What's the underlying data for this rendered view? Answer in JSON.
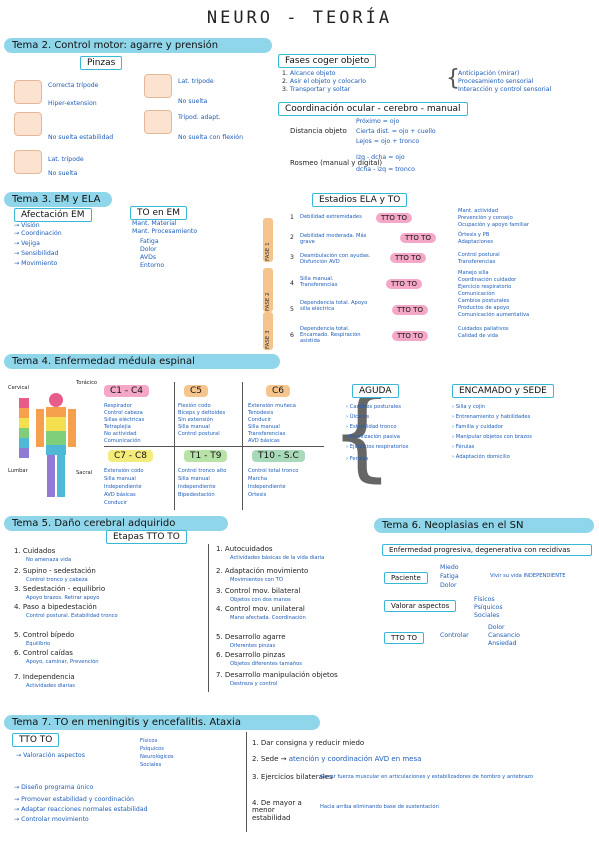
{
  "page_title": "NEURO - TEORÍA",
  "tema2": {
    "header": "Tema 2. Control motor: agarre y prensión",
    "pinzas_title": "Pinzas",
    "pinzas": [
      {
        "label": "Correcta trípode"
      },
      {
        "label": "Lat. trípode"
      },
      {
        "label": "Hiper-extension"
      },
      {
        "label": "No suelta"
      },
      {
        "label": "Trípod. adapt."
      },
      {
        "label": "No suelta estabilidad"
      },
      {
        "label": "No suelta con flexión"
      },
      {
        "label": "Lat. trípode"
      },
      {
        "label": "No suelta"
      }
    ],
    "fases_title": "Fases coger objeto",
    "fases": [
      "Alcance objeto",
      "Asir el objeto y colocarlo",
      "Transportar y soltar"
    ],
    "fases_right": [
      "Anticipación (mirar)",
      "Procesamiento sensorial",
      "Interacción y control sensorial"
    ],
    "coord_title": "Coordinación ocular - cerebro - manual",
    "distancia_label": "Distancia objeto",
    "distancia": [
      "Próximo = ojo",
      "Cierta dist. = ojo + cuello",
      "Lejos = ojo + tronco"
    ],
    "rosmeo_label": "Rosmeo (manual y digital)",
    "rosmeo": [
      "Izq - dcha = ojo",
      "dcha - izq = tronco"
    ]
  },
  "tema3": {
    "header": "Tema 3. EM y ELA",
    "em_title": "Afectación EM",
    "em_items": [
      "Visión",
      "Coordinación",
      "Vejiga",
      "Sensibilidad",
      "Movimiento"
    ],
    "to_title": "TO en EM",
    "to_items": [
      "Mant. Material",
      "Mant. Procesamiento",
      "Fatiga",
      "Dolor",
      "AVDs",
      "Entorno"
    ],
    "ela_title": "Estadios ELA y TO",
    "fases_ela": [
      "FASE 1",
      "FASE 2",
      "FASE 3"
    ],
    "estadios": [
      {
        "num": "1",
        "desc": "Debilidad extremidades",
        "chip": "TTO TO",
        "right": [
          "Mant. actividad",
          "Prevención y consejo",
          "Ocupación y apoyo familiar"
        ]
      },
      {
        "num": "2",
        "desc": "Debilidad moderada. Más grave",
        "chip": "TTO TO",
        "right": [
          "Órtesis y PB",
          "Adaptaciones"
        ]
      },
      {
        "num": "3",
        "desc": "Deambulación con ayudas. Disfunción AVD",
        "chip": "TTO TO",
        "right": [
          "Control postural",
          "Transferencias"
        ]
      },
      {
        "num": "4",
        "desc": "Silla manual. Transferencias",
        "chip": "TTO TO",
        "right": [
          "Manejo silla",
          "Coordinación cuidador",
          "Ejercicio respiratorio",
          "Comunicación"
        ]
      },
      {
        "num": "5",
        "desc": "Dependencia total. Apoyo silla eléctrica",
        "chip": "TTO TO",
        "right": [
          "Cambios posturales",
          "Productos de apoyo",
          "Comunicación aumentativa"
        ]
      },
      {
        "num": "6",
        "desc": "Dependencia total. Encamado. Respiración asistida",
        "chip": "TTO TO",
        "right": [
          "Cuidados paliativos",
          "Calidad de vida"
        ]
      }
    ]
  },
  "tema4": {
    "header": "Tema 4. Enfermedad médula espinal",
    "body_labels": [
      "Cervical",
      "Torácico",
      "Lumbar",
      "Sacral"
    ],
    "levels": [
      {
        "name": "C1 - C4",
        "color": "#f4a7c6",
        "items": [
          "Respirador",
          "Control cabeza",
          "Sillas eléctricas",
          "Tetraplejia",
          "No actividad",
          "Comunicación"
        ]
      },
      {
        "name": "C5",
        "color": "#f6c58e",
        "items": [
          "Flexión codo",
          "Bíceps y deltoides",
          "Sin extensión",
          "Silla manual",
          "Control postural"
        ]
      },
      {
        "name": "C6",
        "color": "#f6c58e",
        "items": [
          "Extensión muñeca",
          "Tenodesis",
          "Conducir",
          "Silla manual",
          "Transferencias",
          "AVD básicas"
        ]
      },
      {
        "name": "C7 - C8",
        "color": "#f4ec7a",
        "items": [
          "Extensión codo",
          "Silla manual",
          "Independiente",
          "AVD básicas",
          "Conducir"
        ]
      },
      {
        "name": "T1 - T9",
        "color": "#b7e3a8",
        "items": [
          "Control tronco alto",
          "Silla manual",
          "Independiente",
          "Bipedestación"
        ]
      },
      {
        "name": "T10 - S.C",
        "color": "#a8d9b8",
        "items": [
          "Control total tronco",
          "Marcha",
          "Independiente",
          "Ortesis"
        ]
      }
    ],
    "aguda_title": "AGUDA",
    "aguda": [
      "Cambios posturales",
      "Úlceras",
      "Estabilidad tronco",
      "Movilización pasiva",
      "Ejercicios respiratorios",
      "Ferulas"
    ],
    "encamado_title": "ENCAMADO y SEDE",
    "encamado": [
      "Silla y cojín",
      "Entrenamiento y habilidades",
      "Familia y cuidador",
      "Manipular objetos con brazos",
      "Férulas",
      "Adaptación domicilio"
    ]
  },
  "tema5": {
    "header": "Tema 5. Daño cerebral adquirido",
    "etapas_title": "Etapas TTO TO",
    "left": [
      {
        "title": "1. Cuidados",
        "sub": "No amenaza vida"
      },
      {
        "title": "2. Supino - sedestación",
        "sub": "Control tronco y cabeza"
      },
      {
        "title": "3. Sedestación - equilibrio",
        "sub": "Apoyo brazos. Retirar apoyo"
      },
      {
        "title": "4. Paso a bipedestación",
        "sub": "Control postural. Estabilidad tronco"
      },
      {
        "title": "5. Control bípedo",
        "sub": "Equilibrio"
      },
      {
        "title": "6. Control caídas",
        "sub": "Apoyo, caminar, Prevención"
      },
      {
        "title": "7. Independencia",
        "sub": "Actividades diarias"
      }
    ],
    "right": [
      {
        "title": "1. Autocuidados",
        "sub": "Actividades básicas de la vida diaria"
      },
      {
        "title": "2. Adaptación movimiento",
        "sub": "Movimientos con TO"
      },
      {
        "title": "3. Control mov. bilateral",
        "sub": "Objetos con dos manos"
      },
      {
        "title": "4. Control mov. unilateral",
        "sub": "Mano afectada. Coordinación"
      },
      {
        "title": "5. Desarrollo agarre",
        "sub": "Diferentes pinzas"
      },
      {
        "title": "6. Desarrollo pinzas",
        "sub": "Objetos diferentes tamaños"
      },
      {
        "title": "7. Desarrollo manipulación objetos",
        "sub": "Destreza y control"
      }
    ]
  },
  "tema6": {
    "header": "Tema 6. Neoplasias en el SN",
    "enfermedad": "Enfermedad progresiva, degenerativa con recidivas",
    "paciente_label": "Paciente",
    "paciente": [
      "Miedo",
      "Fatiga",
      "Dolor"
    ],
    "paciente_right": "Vivir su vida INDEPENDIENTE",
    "aspectos_label": "Valorar aspectos",
    "aspectos": [
      "Físicos",
      "Psíquicos",
      "Sociales"
    ],
    "to_label": "TTO TO",
    "to_controlar": "Controlar",
    "to_items": [
      "Dolor",
      "Cansancio",
      "Ansiedad"
    ]
  },
  "tema7": {
    "header": "Tema 7. TO en meningitis y encefalitis. Ataxia",
    "to_title": "TTO TO",
    "valoracion": "Valoración aspectos",
    "valoracion_items": [
      "Físicos",
      "Psíquicos",
      "Neurológicos",
      "Sociales"
    ],
    "items_left": [
      "Diseño programa único",
      "Promover estabilidad y coordinación",
      "Adaptar reacciones normales estabilidad",
      "Controlar movimiento"
    ],
    "items_right": [
      {
        "title": "1. Dar consigna y reducir miedo",
        "sub": ""
      },
      {
        "title": "2. Sede",
        "sub": "atención y coordinación AVD en mesa"
      },
      {
        "title": "3. Ejercicios bilaterales",
        "sub": "Ganar fuerza muscular en articulaciones y estabilizadores de hombro y antebrazo"
      },
      {
        "title": "4. De mayor a menor estabilidad",
        "sub": "Hacia arriba eliminando base de sustentación"
      }
    ]
  },
  "colors": {
    "accent": "#8fd6ea",
    "ink": "#1e5db8",
    "pink": "#f4a7c6",
    "orange": "#f6c58e"
  }
}
